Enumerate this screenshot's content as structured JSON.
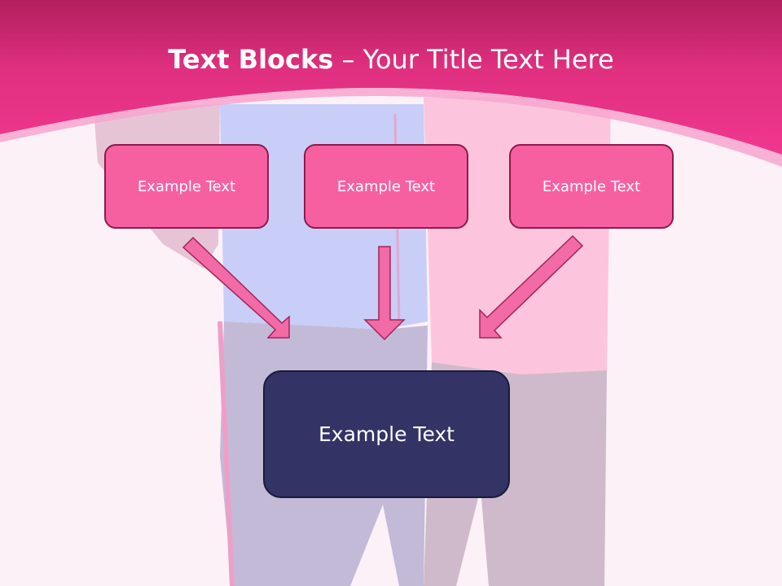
{
  "slide": {
    "title_bold": "Text Blocks",
    "title_separator": " – ",
    "title_rest": "Your Title Text Here"
  },
  "diagram": {
    "top_blocks": [
      {
        "label": "Example Text"
      },
      {
        "label": "Example Text"
      },
      {
        "label": "Example Text"
      }
    ],
    "center_block": {
      "label": "Example Text"
    }
  },
  "colors": {
    "header": "#e62f85",
    "top_block_fill": "#f660a1",
    "center_block_fill": "#333366",
    "arrow_fill": "#f26aa6"
  }
}
